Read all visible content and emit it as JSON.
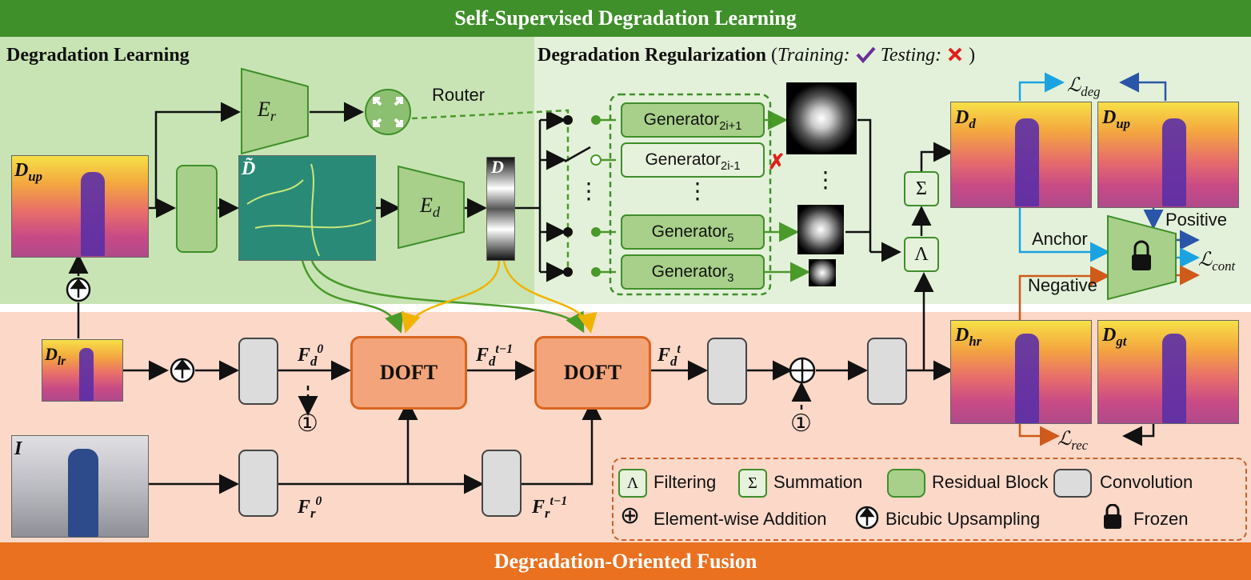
{
  "header_top": "Self-Supervised Degradation Learning",
  "header_bottom": "Degradation-Oriented Fusion",
  "sections": {
    "learning": "Degradation Learning",
    "regularization": "Degradation Regularization",
    "training_label": "Training:",
    "testing_label": "Testing:"
  },
  "nodes": {
    "d_up_input": {
      "main": "D",
      "sub": "up"
    },
    "d_tilde": "D̃",
    "d_vec": "D",
    "e_r": {
      "main": "E",
      "sub": "r"
    },
    "e_d": {
      "main": "E",
      "sub": "d"
    },
    "router": "Router",
    "d_lr": {
      "main": "D",
      "sub": "lr"
    },
    "i_input": "I",
    "d_d": {
      "main": "D",
      "sub": "d"
    },
    "d_up_out": {
      "main": "D",
      "sub": "up"
    },
    "d_hr": {
      "main": "D",
      "sub": "hr"
    },
    "d_gt": {
      "main": "D",
      "sub": "gt"
    },
    "doft1": "DOFT",
    "doft2": "DOFT"
  },
  "generators": [
    {
      "main": "Generator",
      "sub": "2i+1",
      "active": true
    },
    {
      "main": "Generator",
      "sub": "2i-1",
      "active": false
    },
    {
      "main": "Generator",
      "sub": "5",
      "active": true
    },
    {
      "main": "Generator",
      "sub": "3",
      "active": true
    }
  ],
  "features": {
    "f_d0": {
      "main": "F",
      "sub": "d",
      "sup": "0"
    },
    "f_d_t1": {
      "main": "F",
      "sub": "d",
      "sup": "t−1"
    },
    "f_d_t": {
      "main": "F",
      "sub": "d",
      "sup": "t"
    },
    "f_r0": {
      "main": "F",
      "sub": "r",
      "sup": "0"
    },
    "f_r_t1": {
      "main": "F",
      "sub": "r",
      "sup": "t−1"
    }
  },
  "losses": {
    "deg": {
      "main": "ℒ",
      "sub": "deg"
    },
    "cont": {
      "main": "ℒ",
      "sub": "cont"
    },
    "rec": {
      "main": "ℒ",
      "sub": "rec"
    }
  },
  "contrastive": {
    "anchor": "Anchor",
    "positive": "Positive",
    "negative": "Negative"
  },
  "ops": {
    "filter_symbol": "Λ",
    "sum_symbol": "Σ",
    "circled_one": "①",
    "vdots": "⋮"
  },
  "legend": [
    {
      "symbol": "Λ",
      "label": "Filtering"
    },
    {
      "symbol": "Σ",
      "label": "Summation"
    },
    {
      "symbol": "",
      "label": "Residual Block"
    },
    {
      "symbol": "",
      "label": "Convolution"
    },
    {
      "symbol": "⊕",
      "label": "Element-wise Addition"
    },
    {
      "symbol": "",
      "label": "Bicubic Upsampling"
    },
    {
      "symbol": "",
      "label": "Frozen"
    }
  ],
  "icons": [
    "router-icon",
    "lock-icon",
    "upsample-icon",
    "check-icon",
    "cross-icon",
    "switch-icon"
  ],
  "colors": {
    "green_header": "#3f8f2a",
    "orange_header": "#e9711f",
    "learning_bg": "#c8e4b4",
    "regularization_bg": "#e4f1da",
    "fusion_bg": "#fbd8c8",
    "doft_fill": "#f3a47a",
    "residual_fill": "#a8d08a",
    "conv_fill": "#dcdcdc",
    "anchor_arrow": "#1aa3e0",
    "positive_arrow": "#2a55a8",
    "negative_arrow": "#cf5a1a"
  }
}
